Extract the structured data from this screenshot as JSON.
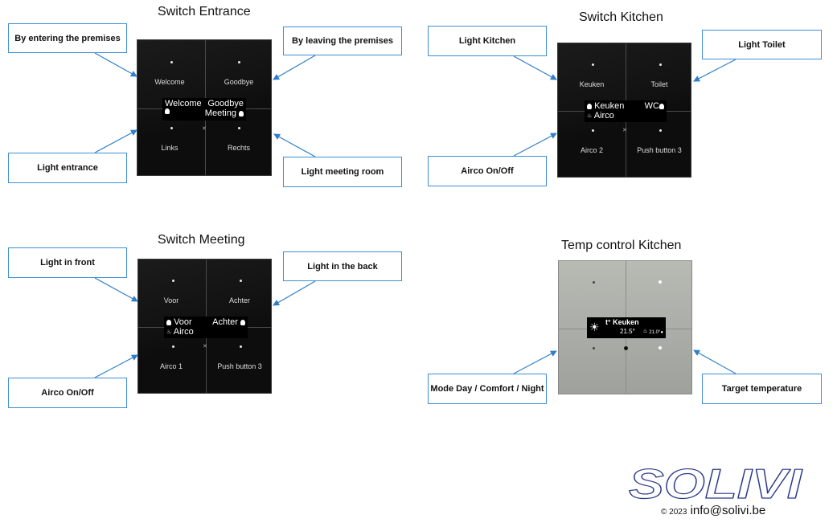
{
  "entrance": {
    "title": "Switch Entrance",
    "callouts": {
      "tl": "By entering the premises",
      "tr": "By leaving the premises",
      "bl": "Light entrance",
      "br": "Light meeting room"
    },
    "buttons": [
      "Welcome",
      "Goodbye",
      "Links",
      "Rechts"
    ],
    "display": {
      "r1l": "Welcome",
      "r1r": "Goodbye",
      "r2r": "Meeting"
    }
  },
  "kitchen": {
    "title": "Switch Kitchen",
    "callouts": {
      "tl": "Light Kitchen",
      "tr": "Light Toilet",
      "bl": "Airco On/Off"
    },
    "buttons": [
      "Keuken",
      "Toilet",
      "Airco 2",
      "Push button 3"
    ],
    "display": {
      "r1l": "Keuken",
      "r1r": "WC",
      "r2l": "Airco"
    }
  },
  "meeting": {
    "title": "Switch Meeting",
    "callouts": {
      "tl": "Light in front",
      "tr": "Light in the back",
      "bl": "Airco On/Off"
    },
    "buttons": [
      "Voor",
      "Achter",
      "Airco 1",
      "Push button 3"
    ],
    "display": {
      "r1l": "Voor",
      "r1r": "Achter",
      "r2l": "Airco"
    }
  },
  "temp": {
    "title": "Temp control Kitchen",
    "callouts": {
      "bl": "Mode Day / Comfort / Night",
      "br": "Target temperature"
    },
    "display": {
      "title": "t° Keuken",
      "value": "21.5°",
      "target": "21.0°"
    }
  },
  "footer": {
    "brand": "SOLIVI",
    "copyright": "© 2023",
    "email": "info@solivi.be"
  },
  "colors": {
    "callout_border": "#3e8ed6",
    "arrow": "#2f7fc8",
    "brand": "#2b3a8c"
  }
}
